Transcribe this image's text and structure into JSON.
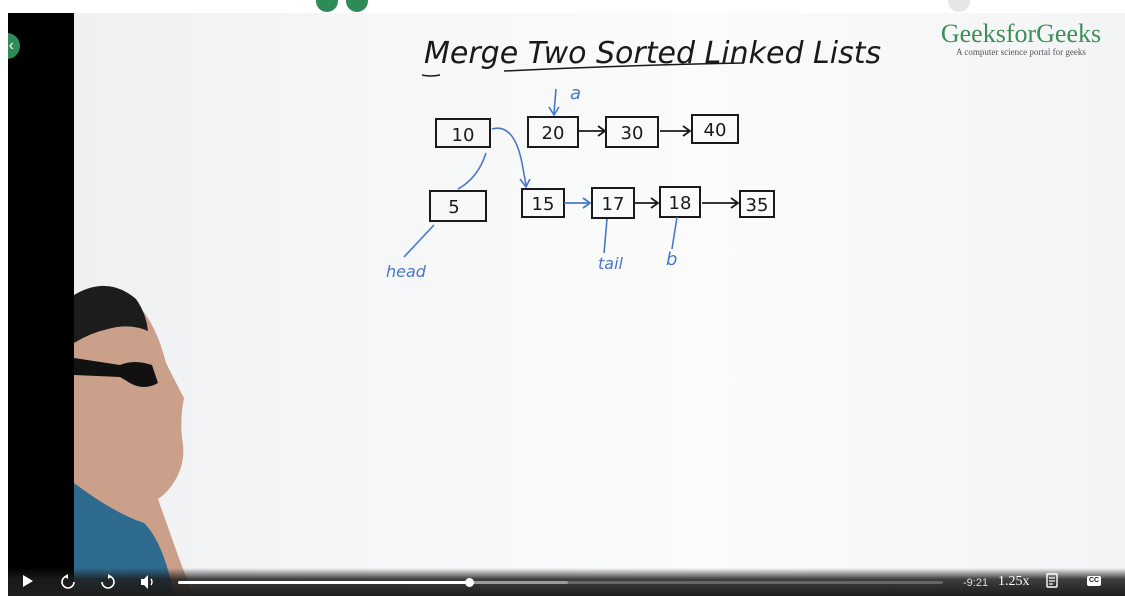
{
  "video": {
    "slide_title": "Merge Two Sorted Linked Lists",
    "brand": {
      "name": "GeeksforGeeks",
      "tagline": "A computer science portal for geeks"
    },
    "list_a": [
      "10",
      "20",
      "30",
      "40"
    ],
    "list_b": [
      "5",
      "15",
      "17",
      "18",
      "35"
    ],
    "pointer_labels": {
      "a": "a",
      "head": "head",
      "tail": "tail",
      "b": "b"
    }
  },
  "controls": {
    "time_remaining": "-9:21",
    "playback_speed": "1.25x",
    "cc_label": "CC",
    "progress_fraction": 0.38,
    "buffered_fraction": 0.51
  },
  "colors": {
    "brand_green": "#3e8e5a",
    "marker_black": "#1a1a1a",
    "marker_blue": "#4a78c8"
  },
  "icons": [
    "back-arrow-icon",
    "play-icon",
    "rewind-icon",
    "forward-icon",
    "volume-icon",
    "transcript-icon",
    "cc-icon"
  ]
}
